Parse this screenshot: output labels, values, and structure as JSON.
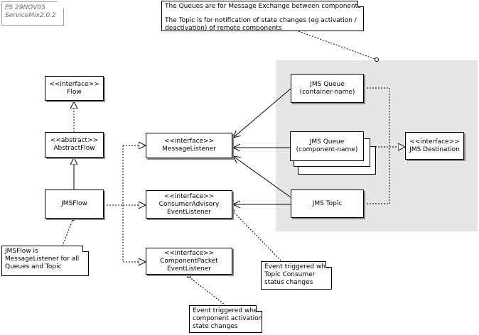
{
  "version_stamp": {
    "line1": "PS 29NOV05",
    "line2": "ServiceMix2.0.2"
  },
  "classes": {
    "flow": {
      "stereotype": "<<interface>>",
      "name": "Flow"
    },
    "abstract_flow": {
      "stereotype": "<<abstract>>",
      "name": "AbstractFlow"
    },
    "jms_flow": {
      "name": "JMSFlow"
    },
    "message_listener": {
      "stereotype": "<<interface>>",
      "name": "MessageListener"
    },
    "consumer_advisory": {
      "stereotype": "<<interface>>",
      "name_line1": "ConsumerAdvisory",
      "name_line2": "EventListener"
    },
    "component_packet": {
      "stereotype": "<<interface>>",
      "name_line1": "ComponentPacket",
      "name_line2": "EventListener"
    },
    "jms_queue_container": {
      "name": "JMS Queue",
      "detail": "(container-name)"
    },
    "jms_queue_component": {
      "name": "JMS Queue",
      "detail": "(component-name)"
    },
    "jms_topic": {
      "name": "JMS Topic"
    },
    "jms_destination": {
      "stereotype": "<<interface>>",
      "name": "JMS Destination"
    }
  },
  "notes": {
    "queues_topic": {
      "line1": "The Queues are for Message Exchange between components",
      "line2": "The Topic is for notification of state changes (eg activation /",
      "line3": "deactivation) of remote components"
    },
    "jmsflow_listener": {
      "line1": "JMSFlow is",
      "line2": "MessageListener for all",
      "line3": "Queues and Topic"
    },
    "consumer_event": {
      "line1": "Event triggered when",
      "line2": "Topic Consumer",
      "line3": "status changes"
    },
    "component_event": {
      "line1": "Event triggered when",
      "line2": "component activation",
      "line3": "state changes"
    }
  },
  "colors": {
    "line": "#000000",
    "shadow": "#888888",
    "broker_zone": "#e6e6e6",
    "stamp_text": "#6a6a6a"
  }
}
